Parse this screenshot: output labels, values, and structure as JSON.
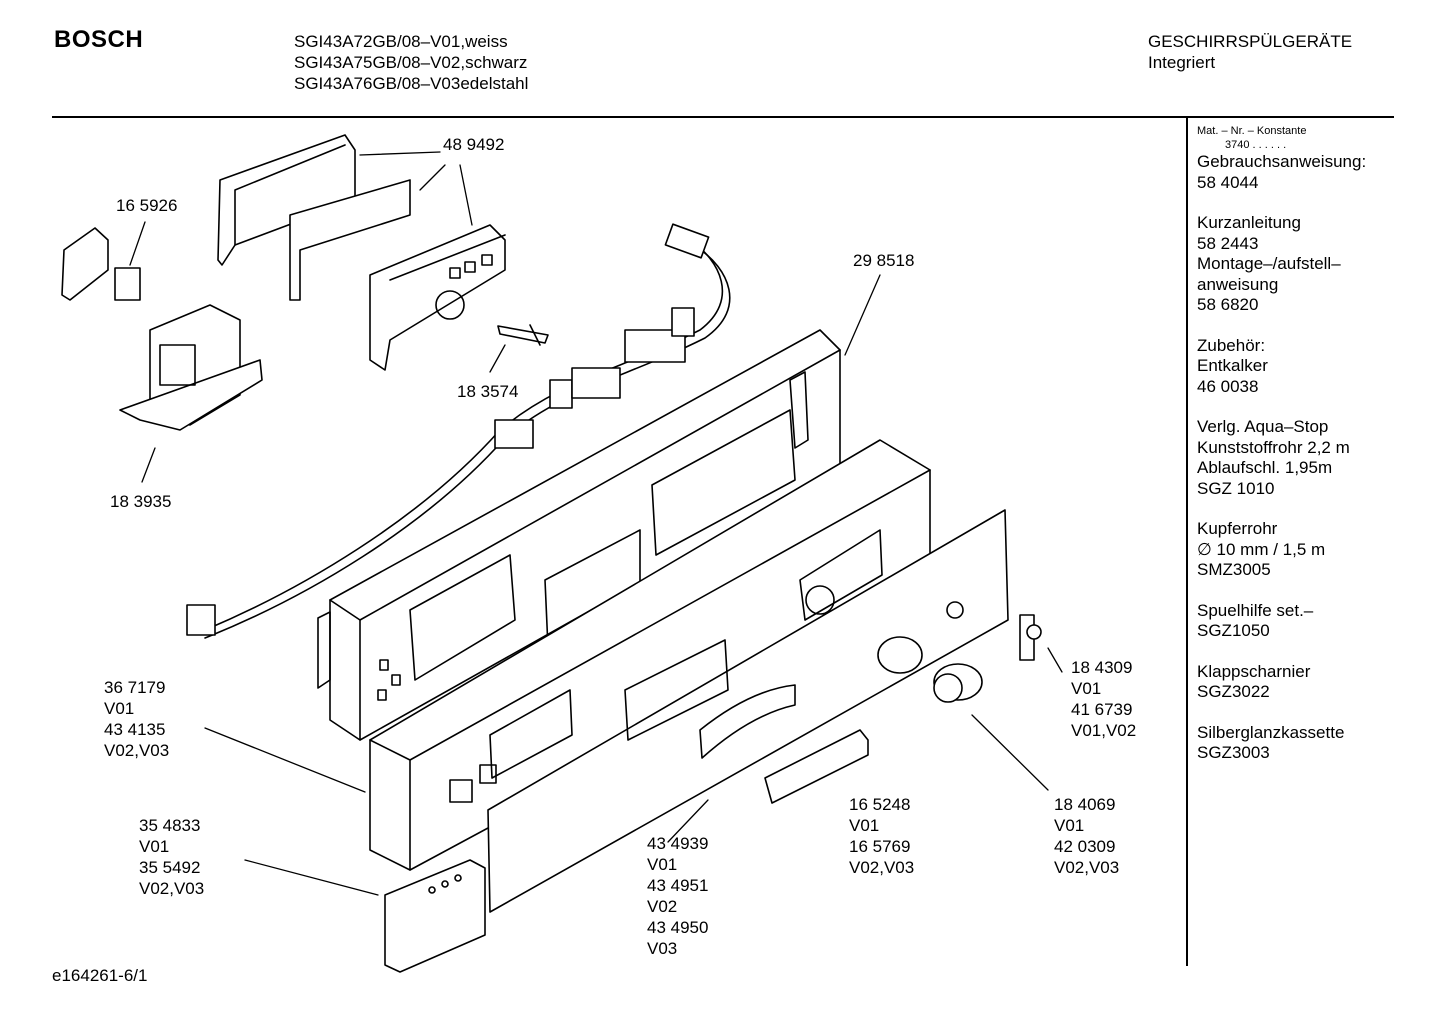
{
  "header": {
    "brand": "BOSCH",
    "models": [
      "SGI43A72GB/08–V01,weiss",
      "SGI43A75GB/08–V02,schwarz",
      "SGI43A76GB/08–V03edelstahl"
    ],
    "category": [
      "GESCHIRRSPÜLGERÄTE",
      "Integriert"
    ]
  },
  "sidebar": {
    "mat_label": "Mat. – Nr. – Konstante",
    "mat_value": "3740 . .   . . . .",
    "groups": [
      [
        "Gebrauchsanweisung:",
        "58 4044"
      ],
      [
        "Kurzanleitung",
        "58 2443",
        "Montage–/aufstell–",
        "anweisung",
        "58 6820"
      ],
      [
        "Zubehör:",
        "Entkalker",
        "46 0038"
      ],
      [
        "Verlg. Aqua–Stop",
        "Kunststoffrohr 2,2 m",
        "Ablaufschl. 1,95m",
        "SGZ 1010"
      ],
      [
        "Kupferrohr",
        "∅ 10 mm / 1,5 m",
        "SMZ3005"
      ],
      [
        "Spuelhilfe set.–",
        "SGZ1050"
      ],
      [
        "Klappscharnier",
        "SGZ3022"
      ],
      [
        "Silberglanzkassette",
        "SGZ3003"
      ]
    ]
  },
  "parts": {
    "p489492": [
      "48 9492"
    ],
    "p165926": [
      "16 5926"
    ],
    "p298518": [
      "29 8518"
    ],
    "p183574": [
      "18 3574"
    ],
    "p183935": [
      "18 3935"
    ],
    "p367179": [
      "36 7179",
      "V01",
      "43 4135",
      "V02,V03"
    ],
    "p354833": [
      "35 4833",
      "V01",
      "35 5492",
      "V02,V03"
    ],
    "p434939": [
      "43 4939",
      "V01",
      "43 4951",
      "V02",
      "43 4950",
      "V03"
    ],
    "p165248": [
      "16 5248",
      "V01",
      "16 5769",
      "V02,V03"
    ],
    "p184069": [
      "18 4069",
      "V01",
      "42 0309",
      "V02,V03"
    ],
    "p184309": [
      "18 4309",
      "V01",
      "41 6739",
      "V01,V02"
    ]
  },
  "footer": {
    "code": "e164261-6/1"
  }
}
